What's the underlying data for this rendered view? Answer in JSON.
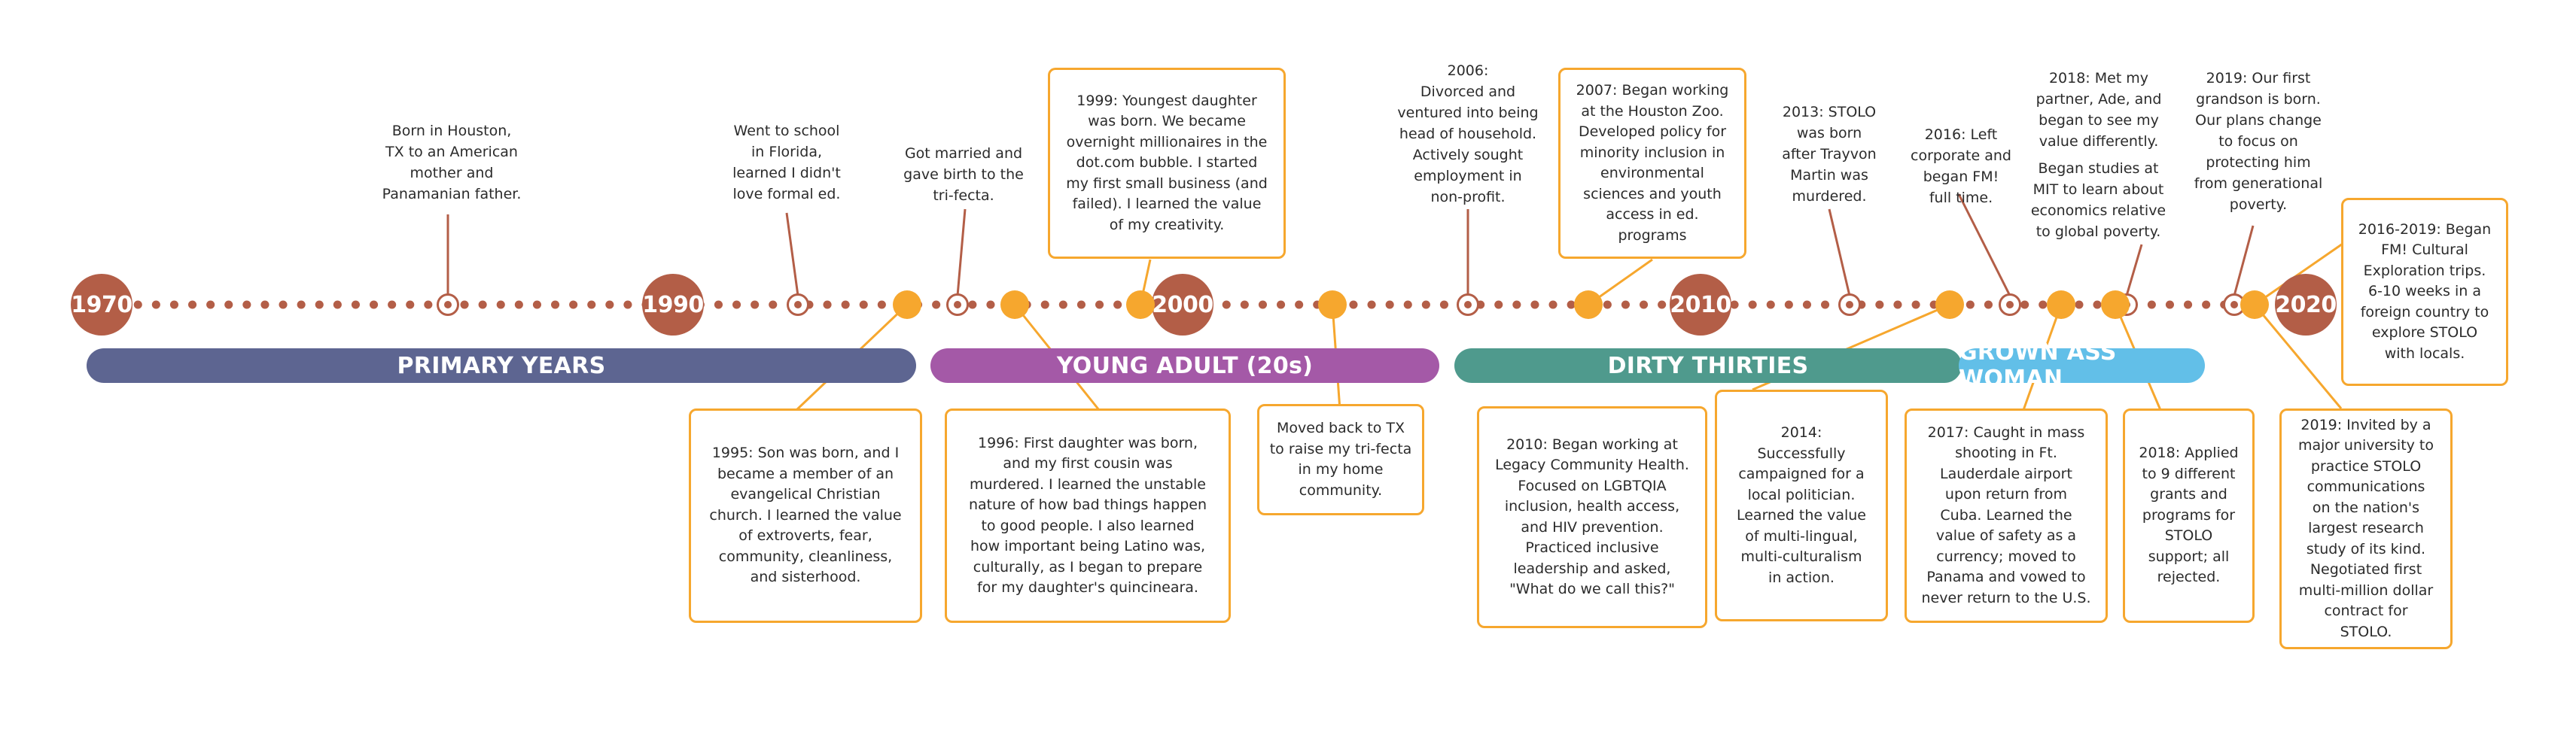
{
  "decades": [
    "1970",
    "1990",
    "2000",
    "2010",
    "2020"
  ],
  "colors": {
    "decade": "#b35e47",
    "dotted_line": "#b35e47",
    "event_dot": "#f6a72e",
    "box_border": "#f6a72e",
    "primary_years": "#5d6591",
    "young_adult": "#a459a7",
    "dirty_thirties": "#4f9a8d",
    "grown_ass_woman": "#62bfe8"
  },
  "eras": [
    {
      "label": "PRIMARY YEARS"
    },
    {
      "label": "YOUNG ADULT (20s)"
    },
    {
      "label": "DIRTY THIRTIES"
    },
    {
      "label": "GROWN ASS WOMAN"
    }
  ],
  "notes": {
    "born": "Born in Houston,\nTX to an American\nmother and\nPanamanian father.",
    "school": "Went to school\nin Florida,\nlearned I didn't\nlove formal ed.",
    "married": "Got married and\ngave birth to the\ntri-fecta.",
    "divorced": "2006:\nDivorced and\nventured into being\nhead of household.\nActively sought\nemployment in\nnon-profit.",
    "stolo": "2013: STOLO\nwas born\nafter Trayvon\nMartin was\nmurdered.",
    "left_corporate": "2016: Left\ncorporate and\nbegan FM!\nfull time.",
    "met_partner": "2018: Met my\npartner, Ade, and\nbegan to see my\nvalue differently.",
    "mit": "Began studies at\nMIT to learn about\neconomics relative\nto  global poverty.",
    "grandson": "2019: Our first\ngrandson is born.\nOur plans change\nto focus on\nprotecting him\nfrom generational\npoverty."
  },
  "boxes": {
    "b1999": "1999: Youngest daughter\nwas born. We became\novernight millionaires in the\ndot.com bubble. I started\nmy first small business (and\nfailed). I learned the value\nof my creativity.",
    "b2007": "2007: Began working\nat the Houston Zoo.\nDeveloped policy for\nminority inclusion in\nenvironmental\nsciences and youth\naccess in ed.\nprograms",
    "b2016_2019": "2016-2019: Began\nFM! Cultural\nExploration trips.\n6-10 weeks in a\nforeign country to\nexplore STOLO\nwith locals.",
    "b1995": "1995: Son was born, and I\nbecame a member of an\nevangelical Christian\nchurch. I learned the value\nof extroverts, fear,\ncommunity, cleanliness,\nand sisterhood.",
    "b1996": "1996: First daughter was born,\nand my first cousin was\nmurdered. I learned the unstable\nnature of how bad things happen\nto good people. I also learned\nhow important being Latino was,\nculturally, as I began to prepare\nfor my daughter's quincineara.",
    "bmoved": "Moved back to TX\nto raise my tri-fecta\nin my home\ncommunity.",
    "b2010": "2010: Began working at\nLegacy Community Health.\nFocused on LGBTQIA\ninclusion, health access,\nand HIV prevention.\nPracticed inclusive\nleadership and asked,\n\"What do we call this?\"",
    "b2014": "2014:\nSuccessfully\ncampaigned for a\nlocal politician.\nLearned the value\nof multi-lingual,\nmulti-culturalism\nin action.",
    "b2017": "2017: Caught in mass\nshooting in Ft.\nLauderdale airport\nupon return from\nCuba. Learned the\nvalue of safety as a\ncurrency; moved to\nPanama and vowed to\nnever return to the U.S.",
    "b2018": "2018: Applied\nto 9 different\ngrants and\nprograms for\nSTOLO\nsupport; all\nrejected.",
    "b2019": "2019: Invited by a\nmajor university to\npractice STOLO\ncommunications\non the nation's\nlargest research\nstudy of its kind.\nNegotiated first\nmulti-million dollar\ncontract for\nSTOLO."
  }
}
